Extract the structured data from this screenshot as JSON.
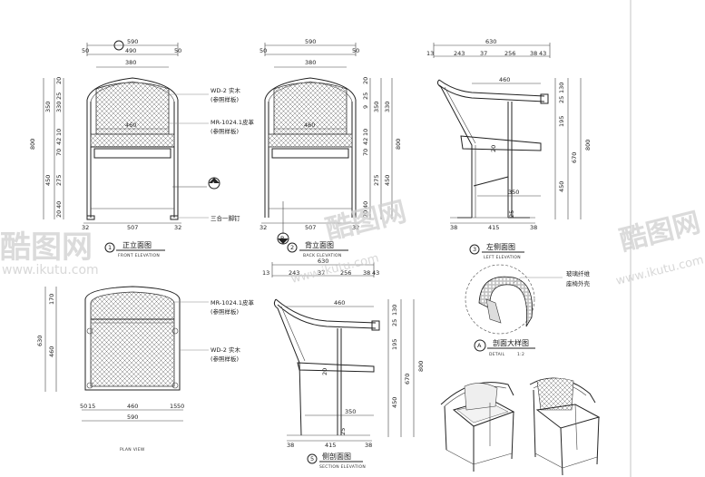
{
  "front_elevation": {
    "title": "正立面图",
    "subtitle": "FRONT ELEVATION",
    "number": "1",
    "dims_top": [
      "590",
      "490",
      "50",
      "50",
      "380"
    ],
    "dims_left": [
      "20",
      "25",
      "350",
      "330",
      "800",
      "70",
      "42",
      "10",
      "450",
      "275",
      "20",
      "40"
    ],
    "dims_bottom": [
      "32",
      "507",
      "32"
    ],
    "center_dim": "460",
    "notes": [
      "WD-2 实木",
      "(参照样板)",
      "MR-1024.1皮革",
      "(参照样板)",
      "三合一脚钉"
    ],
    "section_mark": "A"
  },
  "back_elevation": {
    "title": "背立面图",
    "subtitle": "BACK ELEVATION",
    "number": "2",
    "dims_top": [
      "590",
      "50",
      "50",
      "380"
    ],
    "dims_right": [
      "20",
      "25",
      "9",
      "350",
      "330",
      "800",
      "10",
      "42",
      "70",
      "450",
      "275",
      "40",
      "20"
    ],
    "dims_bottom": [
      "32",
      "507",
      "32"
    ],
    "center_dim": "460",
    "section_mark": "B"
  },
  "left_elevation": {
    "title": "左侧面图",
    "subtitle": "LEFT ELEVATION",
    "number": "3",
    "dims_top": [
      "630",
      "13",
      "243",
      "37",
      "256",
      "38",
      "43"
    ],
    "dims_right": [
      "130",
      "25",
      "195",
      "800",
      "670",
      "450"
    ],
    "dims_bottom": [
      "38",
      "415",
      "38"
    ],
    "inner_dims": [
      "460",
      "350",
      "20",
      "25"
    ]
  },
  "plan_view": {
    "subtitle": "PLAN VIEW",
    "dims_left": [
      "170",
      "630",
      "460"
    ],
    "dims_bottom": [
      "50",
      "15",
      "460",
      "15",
      "50"
    ],
    "dims_bottom_total": "590",
    "notes": [
      "MR-1024.1皮革",
      "(参照样板)",
      "WD-2 实木",
      "(参照样板)"
    ]
  },
  "section_elevation": {
    "title": "侧剖面图",
    "subtitle": "SECTION ELEVATION",
    "number": "5",
    "dims_top": [
      "630",
      "13",
      "243",
      "37",
      "256",
      "38",
      "43"
    ],
    "dims_right": [
      "130",
      "25",
      "195",
      "800",
      "670",
      "450"
    ],
    "dims_bottom": [
      "38",
      "415",
      "38"
    ],
    "inner_dims": [
      "460",
      "350",
      "20",
      "25"
    ]
  },
  "detail": {
    "title": "剖面大样图",
    "subtitle": "DETAIL",
    "scale": "1:2",
    "mark": "A",
    "notes": [
      "玻璃纤维",
      "座椅外壳"
    ]
  },
  "watermark": {
    "brand": "酷图网",
    "url": "www.ikutu.com"
  }
}
